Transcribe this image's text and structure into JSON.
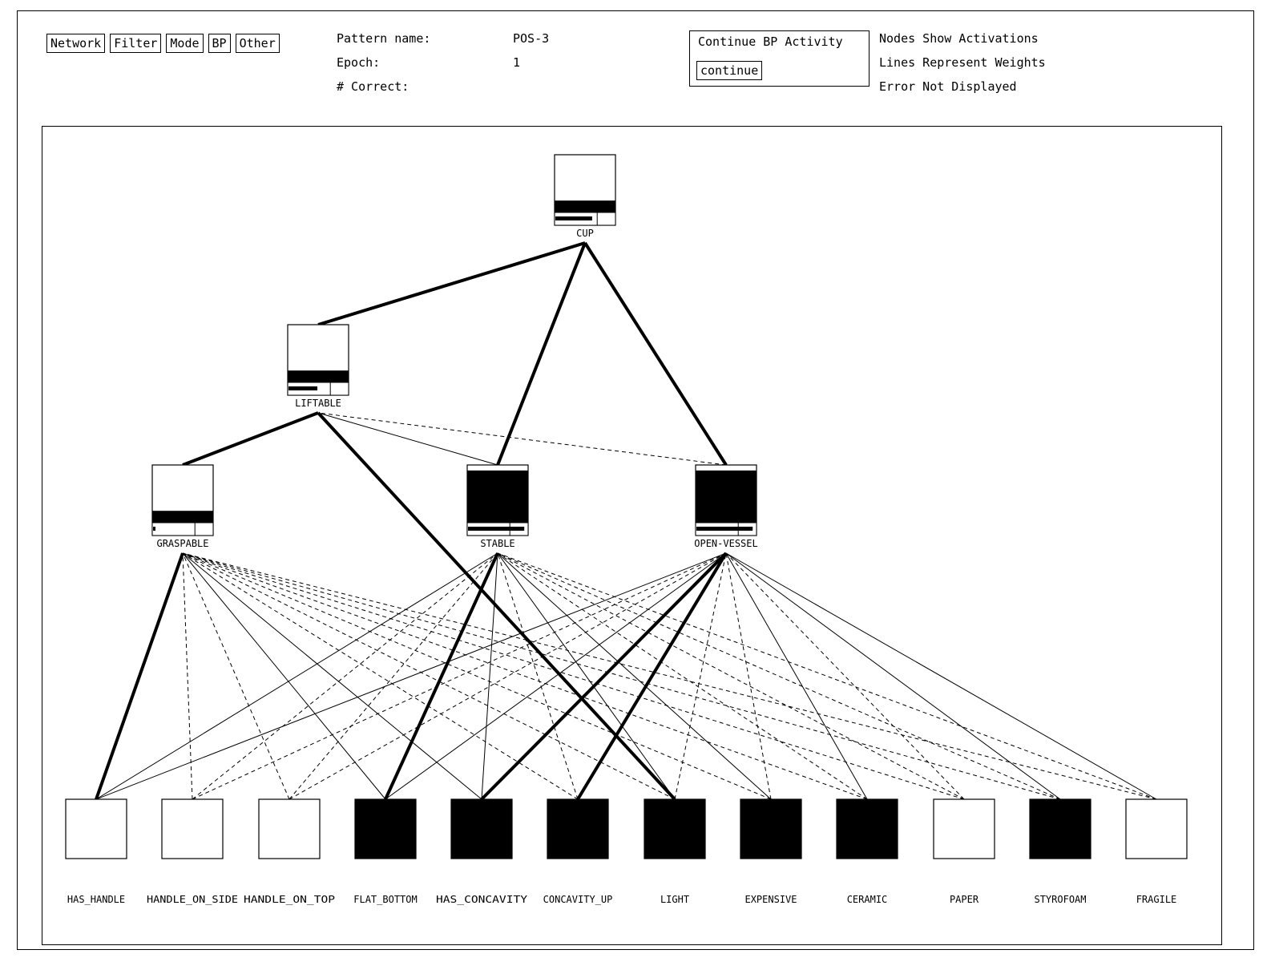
{
  "menu": [
    {
      "id": "network",
      "label": "Network"
    },
    {
      "id": "filter",
      "label": "Filter"
    },
    {
      "id": "mode",
      "label": "Mode"
    },
    {
      "id": "bp",
      "label": "BP"
    },
    {
      "id": "other",
      "label": "Other"
    }
  ],
  "info": {
    "pattern_label": "Pattern name:",
    "pattern_value": "POS-3",
    "epoch_label": "Epoch:",
    "epoch_value": "1",
    "correct_label": "# Correct:",
    "correct_value": ""
  },
  "bp_panel": {
    "title": "Continue BP Activity",
    "button": "continue"
  },
  "legend": {
    "line1": "Nodes Show Activations",
    "line2": "Lines Represent Weights",
    "line3": "Error Not Displayed"
  },
  "network": {
    "hidden_nodes": [
      {
        "id": "cup",
        "label": "CUP",
        "activation": 0.2,
        "bar_mid": 0.63
      },
      {
        "id": "liftable",
        "label": "LIFTABLE",
        "activation": 0.2,
        "bar_mid": 0.5
      },
      {
        "id": "graspable",
        "label": "GRASPABLE",
        "activation": 0.2,
        "bar_mid": 0.05
      },
      {
        "id": "stable",
        "label": "STABLE",
        "activation": 0.88,
        "bar_mid": 0.95
      },
      {
        "id": "open-vessel",
        "label": "OPEN-VESSEL",
        "activation": 0.88,
        "bar_mid": 0.95
      }
    ],
    "input_nodes": [
      {
        "id": "has_handle",
        "label": "HAS_HANDLE",
        "active": false
      },
      {
        "id": "handle_on_side",
        "label": "HANDLE_ON_SIDE",
        "active": false
      },
      {
        "id": "handle_on_top",
        "label": "HANDLE_ON_TOP",
        "active": false
      },
      {
        "id": "flat_bottom",
        "label": "FLAT_BOTTOM",
        "active": true
      },
      {
        "id": "has_concavity",
        "label": "HAS_CONCAVITY",
        "active": true
      },
      {
        "id": "concavity_up",
        "label": "CONCAVITY_UP",
        "active": true
      },
      {
        "id": "light",
        "label": "LIGHT",
        "active": true
      },
      {
        "id": "expensive",
        "label": "EXPENSIVE",
        "active": true
      },
      {
        "id": "ceramic",
        "label": "CERAMIC",
        "active": true
      },
      {
        "id": "paper",
        "label": "PAPER",
        "active": false
      },
      {
        "id": "styrofoam",
        "label": "STYROFOAM",
        "active": true
      },
      {
        "id": "fragile",
        "label": "FRAGILE",
        "active": false
      }
    ],
    "edges": [
      {
        "from": "liftable",
        "to": "cup",
        "style": "thick"
      },
      {
        "from": "stable",
        "to": "cup",
        "style": "thick"
      },
      {
        "from": "open-vessel",
        "to": "cup",
        "style": "thick"
      },
      {
        "from": "graspable",
        "to": "liftable",
        "style": "thick"
      },
      {
        "from": "stable",
        "to": "liftable",
        "style": "thin"
      },
      {
        "from": "open-vessel",
        "to": "liftable",
        "style": "dashed"
      },
      {
        "from": "light",
        "to": "liftable",
        "style": "thick"
      },
      {
        "from": "has_handle",
        "to": "graspable",
        "style": "thick"
      },
      {
        "from": "handle_on_side",
        "to": "graspable",
        "style": "dashed"
      },
      {
        "from": "handle_on_top",
        "to": "graspable",
        "style": "dashed"
      },
      {
        "from": "flat_bottom",
        "to": "graspable",
        "style": "thin"
      },
      {
        "from": "has_concavity",
        "to": "graspable",
        "style": "thin"
      },
      {
        "from": "concavity_up",
        "to": "graspable",
        "style": "dashed"
      },
      {
        "from": "light",
        "to": "graspable",
        "style": "dashed"
      },
      {
        "from": "expensive",
        "to": "graspable",
        "style": "dashed"
      },
      {
        "from": "ceramic",
        "to": "graspable",
        "style": "dashed"
      },
      {
        "from": "paper",
        "to": "graspable",
        "style": "dashed"
      },
      {
        "from": "styrofoam",
        "to": "graspable",
        "style": "dashed"
      },
      {
        "from": "fragile",
        "to": "graspable",
        "style": "dashed"
      },
      {
        "from": "has_handle",
        "to": "stable",
        "style": "thin"
      },
      {
        "from": "handle_on_side",
        "to": "stable",
        "style": "dashed"
      },
      {
        "from": "handle_on_top",
        "to": "stable",
        "style": "dashed"
      },
      {
        "from": "flat_bottom",
        "to": "stable",
        "style": "thick"
      },
      {
        "from": "has_concavity",
        "to": "stable",
        "style": "thin"
      },
      {
        "from": "concavity_up",
        "to": "stable",
        "style": "dashed"
      },
      {
        "from": "light",
        "to": "stable",
        "style": "thin"
      },
      {
        "from": "expensive",
        "to": "stable",
        "style": "thin"
      },
      {
        "from": "ceramic",
        "to": "stable",
        "style": "dashed"
      },
      {
        "from": "paper",
        "to": "stable",
        "style": "dashed"
      },
      {
        "from": "styrofoam",
        "to": "stable",
        "style": "dashed"
      },
      {
        "from": "fragile",
        "to": "stable",
        "style": "dashed"
      },
      {
        "from": "has_handle",
        "to": "open-vessel",
        "style": "thin"
      },
      {
        "from": "handle_on_side",
        "to": "open-vessel",
        "style": "dashed"
      },
      {
        "from": "handle_on_top",
        "to": "open-vessel",
        "style": "dashed"
      },
      {
        "from": "flat_bottom",
        "to": "open-vessel",
        "style": "thin"
      },
      {
        "from": "has_concavity",
        "to": "open-vessel",
        "style": "thick"
      },
      {
        "from": "concavity_up",
        "to": "open-vessel",
        "style": "thick"
      },
      {
        "from": "light",
        "to": "open-vessel",
        "style": "dashed"
      },
      {
        "from": "expensive",
        "to": "open-vessel",
        "style": "dashed"
      },
      {
        "from": "ceramic",
        "to": "open-vessel",
        "style": "thin"
      },
      {
        "from": "paper",
        "to": "open-vessel",
        "style": "dashed"
      },
      {
        "from": "styrofoam",
        "to": "open-vessel",
        "style": "thin"
      },
      {
        "from": "fragile",
        "to": "open-vessel",
        "style": "thin"
      }
    ]
  }
}
